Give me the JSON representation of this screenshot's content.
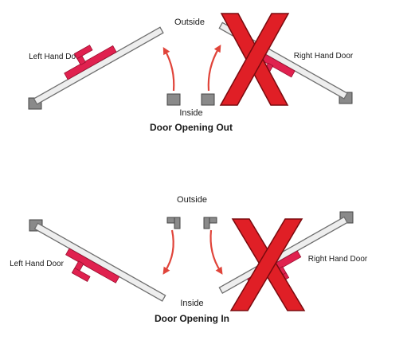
{
  "colors": {
    "handle": "#e0214f",
    "arrow": "#e0443a",
    "cross": "#e01f26",
    "jamb": "#8a8a8a",
    "door": "#eeeeee"
  },
  "top_panel": {
    "outside_label": "Outside",
    "inside_label": "Inside",
    "caption": "Door Opening Out",
    "left_door_label": "Left Hand Door",
    "right_door_label": "Right Hand Door",
    "crossed_out": "right",
    "icons": [
      "left-door-swing-icon",
      "right-door-swing-icon",
      "cross-icon"
    ]
  },
  "bottom_panel": {
    "outside_label": "Outside",
    "inside_label": "Inside",
    "caption": "Door Opening In",
    "left_door_label": "Left Hand Door",
    "right_door_label": "Right Hand Door",
    "crossed_out": "right",
    "icons": [
      "left-door-swing-icon",
      "right-door-swing-icon",
      "cross-icon"
    ]
  }
}
